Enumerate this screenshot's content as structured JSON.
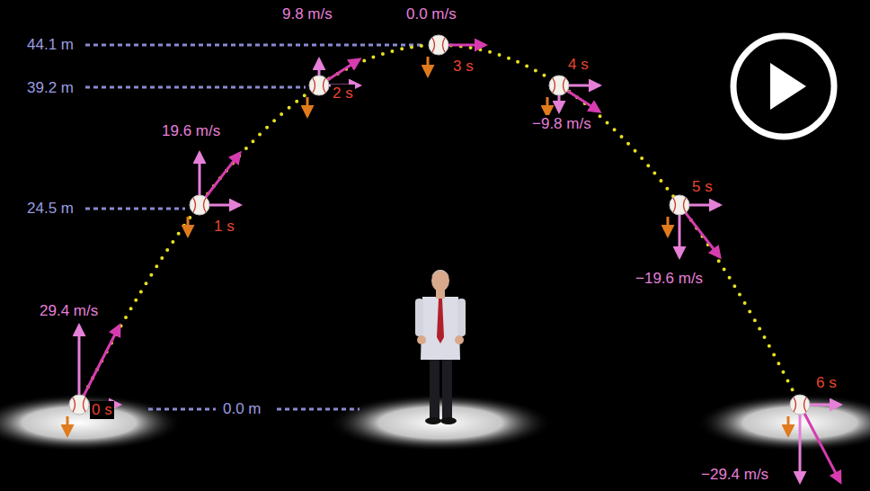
{
  "diagram": {
    "labels": [
      "0.0 m/s",
      "3 s",
      "9.8 m/s",
      "44.1 m",
      "4 s",
      "39.2 m",
      "2 s",
      "−9.8 m/s",
      "19.6 m/s",
      "5 s",
      "24.5 m",
      "1 s",
      "−19.6 m/s",
      "29.4 m/s",
      "6 s",
      "0 s",
      "0.0 m",
      "−29.4 m/s"
    ]
  }
}
